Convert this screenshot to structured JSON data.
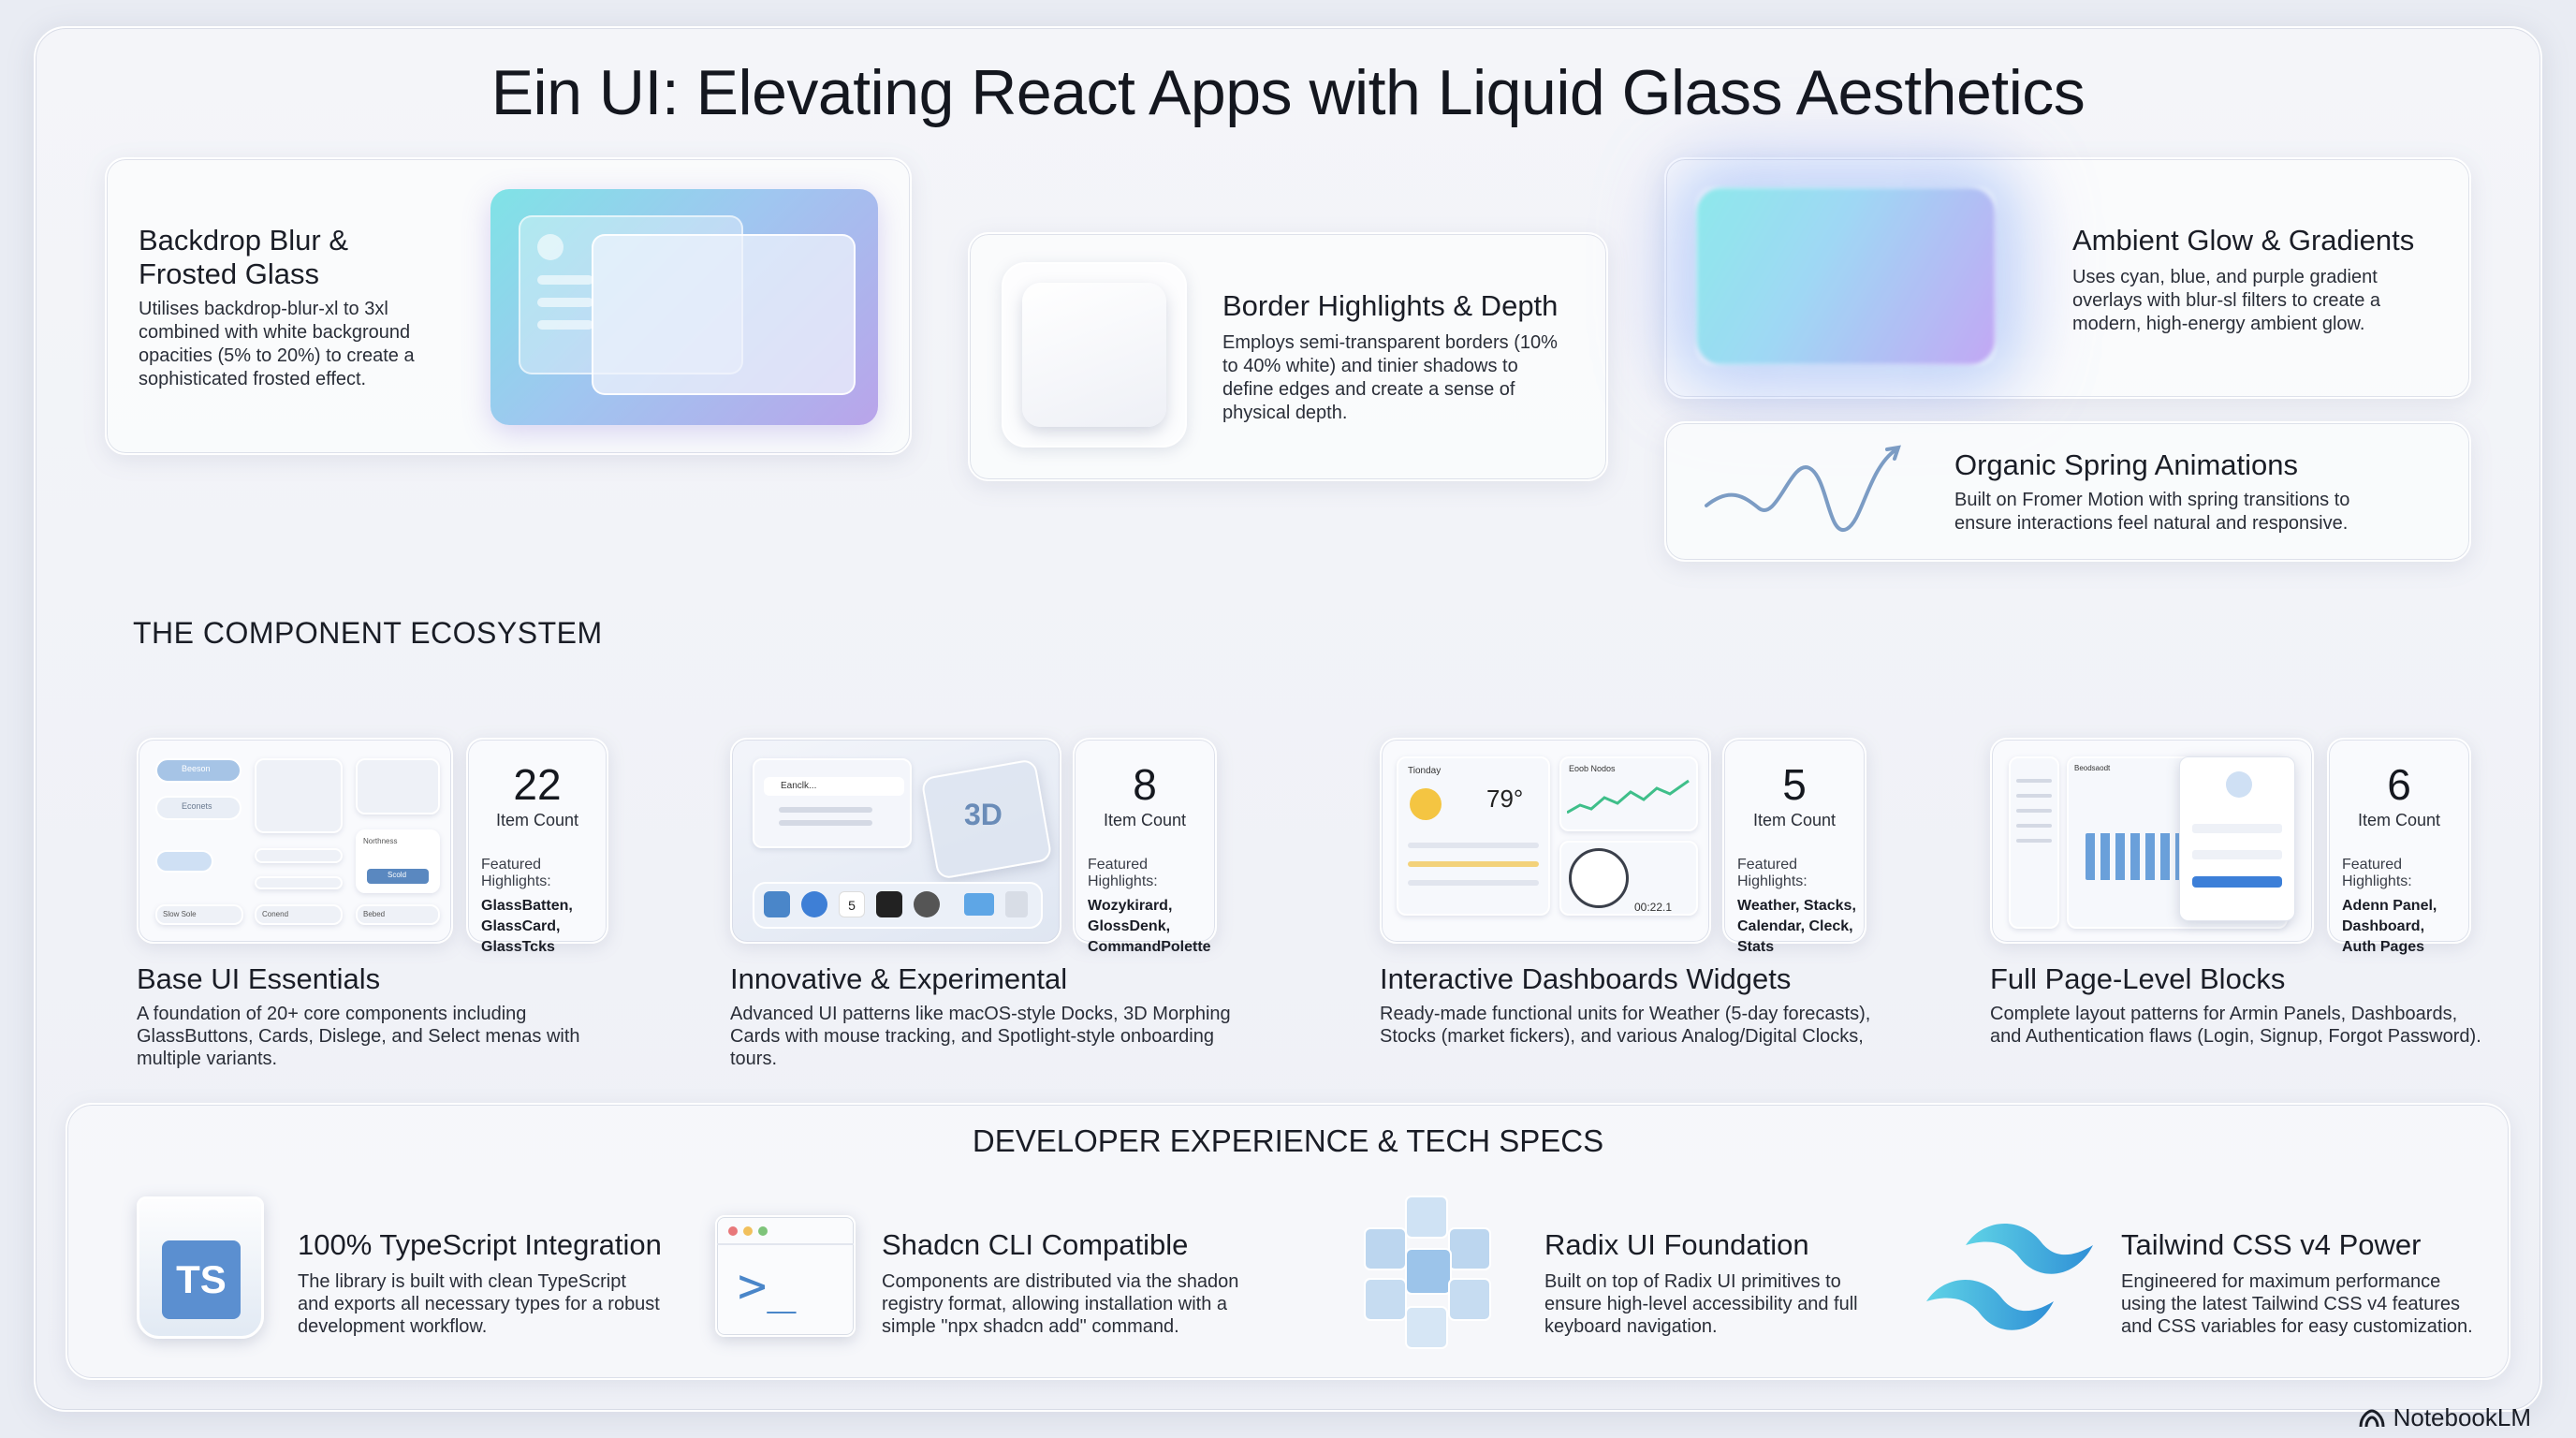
{
  "title": "Ein UI: Elevating React Apps with Liquid Glass Aesthetics",
  "features": [
    {
      "title_line1": "Backdrop Blur &",
      "title_line2": "Frosted Glass",
      "desc_lines": [
        "Utilises backdrop-blur-xl to 3xl",
        "combined with white background",
        "opacities (5% to 20%) to create a",
        "sophisticated frosted effect."
      ]
    },
    {
      "title": "Border Highlights & Depth",
      "desc_lines": [
        "Employs semi-transparent borders (10%",
        "to 40% white) and tinier shadows to",
        "define edges and create a sense of",
        "physical depth."
      ]
    },
    {
      "title": "Ambient Glow & Gradients",
      "desc_lines": [
        "Uses cyan, blue, and purple gradient",
        "overlays with blur-sl filters to create a",
        "modern, high-energy ambient glow."
      ]
    },
    {
      "title": "Organic Spring Animations",
      "desc_lines": [
        "Built on Fromer Motion with spring transitions to",
        "ensure interactions feel natural and responsive."
      ]
    }
  ],
  "ecosystem": {
    "heading": "THE COMPONENT ECOSYSTEM",
    "items": [
      {
        "count": "22",
        "count_label": "Item Count",
        "featured_label": "Featured Highlights:",
        "featured_lines": [
          "GlassBatten,",
          "GlassCard,",
          "GlassTcks"
        ],
        "title": "Base UI Essentials",
        "desc_lines": [
          "A foundation of 20+ core components including",
          "GlassButtons, Cards, Dislege, and Select menas with",
          "multiple variants."
        ],
        "thumb_texts": [
          "Beeson",
          "Econets",
          "Slow Sole",
          "Conend",
          "Bebed",
          "Northness",
          "Scold"
        ]
      },
      {
        "count": "8",
        "count_label": "Item Count",
        "featured_label": "Featured Highlights:",
        "featured_lines": [
          "Wozykirard,",
          "GlossDenk,",
          "CommandPolette"
        ],
        "title": "Innovative & Experimental",
        "desc_lines": [
          "Advanced UI patterns like macOS-style Docks, 3D Morphing",
          "Cards with mouse tracking, and Spotlight-style onboarding",
          "tours."
        ],
        "thumb_texts": [
          "Eanclk...",
          "3D",
          "5"
        ]
      },
      {
        "count": "5",
        "count_label": "Item Count",
        "featured_label": "Featured Highlights:",
        "featured_lines": [
          "Weather, Stacks,",
          "Calendar, Cleck,",
          "Stats"
        ],
        "title": "Interactive Dashboards Widgets",
        "desc_lines": [
          "Ready-made functional units for Weather (5-day forecasts),",
          "Stocks (market fickers), and various Analog/Digital Clocks,"
        ],
        "thumb_texts": [
          "Tionday",
          "79°",
          "Eoob Nodos",
          "00:22.1"
        ]
      },
      {
        "count": "6",
        "count_label": "Item Count",
        "featured_label": "Featured Highlights:",
        "featured_lines": [
          "Adenn Panel,",
          "Dashboard,",
          "Auth Pages"
        ],
        "title": "Full Page-Level Blocks",
        "desc_lines": [
          "Complete layout patterns for Armin Panels, Dashboards,",
          "and Authentication flaws (Login, Signup, Forgot Password)."
        ],
        "thumb_texts": [
          "Beodsaodt"
        ]
      }
    ]
  },
  "dev": {
    "heading": "DEVELOPER EXPERIENCE & TECH SPECS",
    "items": [
      {
        "title": "100% TypeScript Integration",
        "desc_lines": [
          "The library is built with clean TypeScript",
          "and exports all necessary types for a robust",
          "development workflow."
        ],
        "icon_text": "TS"
      },
      {
        "title": "Shadcn CLI Compatible",
        "desc_lines": [
          "Components are distributed via the shadon",
          "registry format, allowing installation with a",
          "simple \"npx shadcn add\" command."
        ],
        "icon_text": ">_"
      },
      {
        "title": "Radix UI Foundation",
        "desc_lines": [
          "Built on top of Radix UI primitives to",
          "ensure high-level accessibility and full",
          "keyboard navigation."
        ]
      },
      {
        "title": "Tailwind CSS v4 Power",
        "desc_lines": [
          "Engineered for maximum performance",
          "using the latest Tailwind CSS v4 features",
          "and CSS variables for easy customization."
        ]
      }
    ]
  },
  "footer": {
    "brand": "NotebookLM"
  },
  "colors": {
    "cyan": "#7fe3e6",
    "blue": "#9fc7f0",
    "purple": "#b9a4ea",
    "accent_blue": "#4a86c9"
  }
}
